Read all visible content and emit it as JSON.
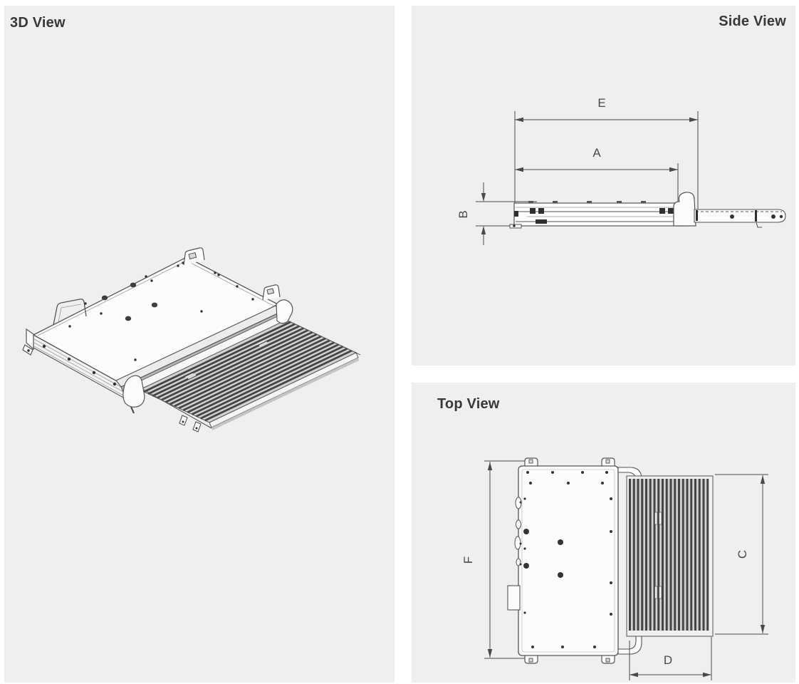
{
  "panels": {
    "view3d": {
      "title": "3D View"
    },
    "side": {
      "title": "Side View",
      "dim_e": "E",
      "dim_a": "A",
      "dim_b": "B"
    },
    "top": {
      "title": "Top View",
      "dim_f": "F",
      "dim_c": "C",
      "dim_d": "D"
    }
  },
  "colors": {
    "panel_bg": "#efefef",
    "title_text": "#383838",
    "line": "#555555",
    "line_light": "#9a9a9a",
    "ink": "#333333",
    "dim": "#4a4a4a",
    "surface": "#fcfcfc",
    "tread_dark": "#454545",
    "tread_light": "#d2d2d2",
    "shade": "#b5b5b5"
  }
}
